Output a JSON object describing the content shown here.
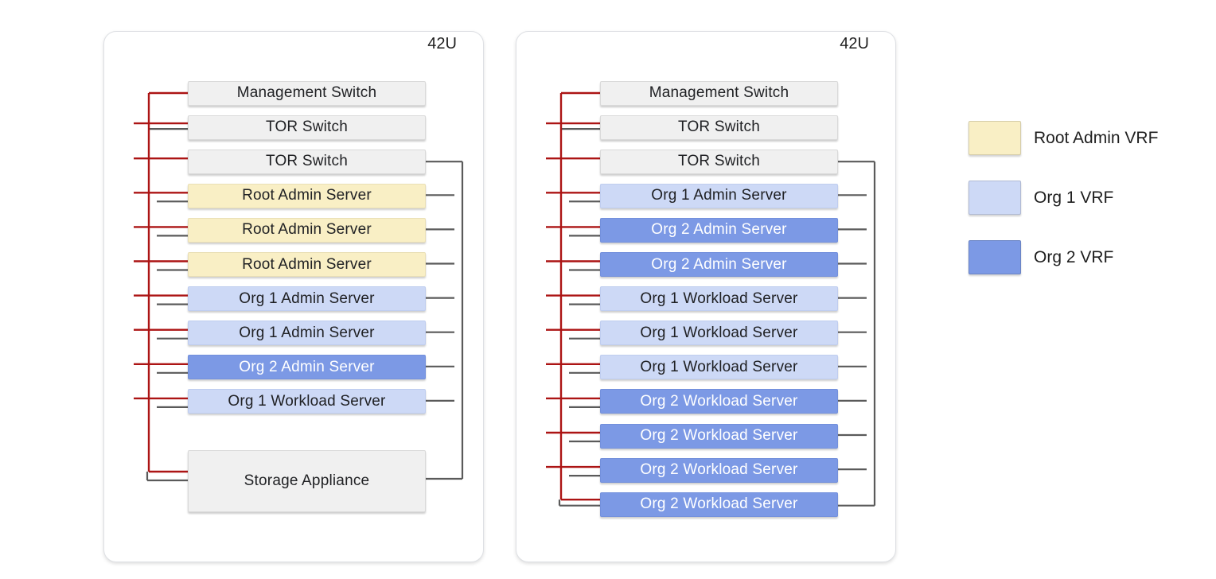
{
  "racks": [
    {
      "capacity_label": "42U",
      "units": [
        {
          "label": "Management Switch",
          "style": "gray",
          "conn": "mgmt"
        },
        {
          "label": "TOR Switch",
          "style": "gray",
          "conn": "tor1"
        },
        {
          "label": "TOR Switch",
          "style": "gray",
          "conn": "tor2"
        },
        {
          "label": "Root Admin Server",
          "style": "cream",
          "conn": "server"
        },
        {
          "label": "Root Admin Server",
          "style": "cream",
          "conn": "server"
        },
        {
          "label": "Root Admin Server",
          "style": "cream",
          "conn": "server"
        },
        {
          "label": "Org 1 Admin Server",
          "style": "blue1",
          "conn": "server"
        },
        {
          "label": "Org 1 Admin Server",
          "style": "blue1",
          "conn": "server"
        },
        {
          "label": "Org 2 Admin Server",
          "style": "blue2",
          "conn": "server"
        },
        {
          "label": "Org 1 Workload Server",
          "style": "blue1",
          "conn": "server"
        },
        {
          "label": "Storage Appliance",
          "style": "gray",
          "conn": "bottom",
          "tall": true
        }
      ]
    },
    {
      "capacity_label": "42U",
      "units": [
        {
          "label": "Management Switch",
          "style": "gray",
          "conn": "mgmt"
        },
        {
          "label": "TOR Switch",
          "style": "gray",
          "conn": "tor1"
        },
        {
          "label": "TOR Switch",
          "style": "gray",
          "conn": "tor2"
        },
        {
          "label": "Org 1 Admin Server",
          "style": "blue1",
          "conn": "server"
        },
        {
          "label": "Org 2 Admin Server",
          "style": "blue2",
          "conn": "server"
        },
        {
          "label": "Org 2 Admin Server",
          "style": "blue2",
          "conn": "server"
        },
        {
          "label": "Org 1 Workload Server",
          "style": "blue1",
          "conn": "server"
        },
        {
          "label": "Org 1 Workload Server",
          "style": "blue1",
          "conn": "server"
        },
        {
          "label": "Org 1 Workload Server",
          "style": "blue1",
          "conn": "server"
        },
        {
          "label": "Org 2 Workload Server",
          "style": "blue2",
          "conn": "server"
        },
        {
          "label": "Org 2 Workload Server",
          "style": "blue2",
          "conn": "server"
        },
        {
          "label": "Org 2 Workload Server",
          "style": "blue2",
          "conn": "server"
        },
        {
          "label": "Org 2 Workload Server",
          "style": "blue2",
          "conn": "bottom"
        }
      ]
    }
  ],
  "legend": {
    "items": [
      {
        "label": "Root Admin VRF",
        "color": "#f9efc5"
      },
      {
        "label": "Org 1 VRF",
        "color": "#cdd9f6"
      },
      {
        "label": "Org 2 VRF",
        "color": "#7c99e5"
      }
    ]
  },
  "colors": {
    "management_wire": "#ac1414",
    "data_wire": "#5a5a5a"
  }
}
